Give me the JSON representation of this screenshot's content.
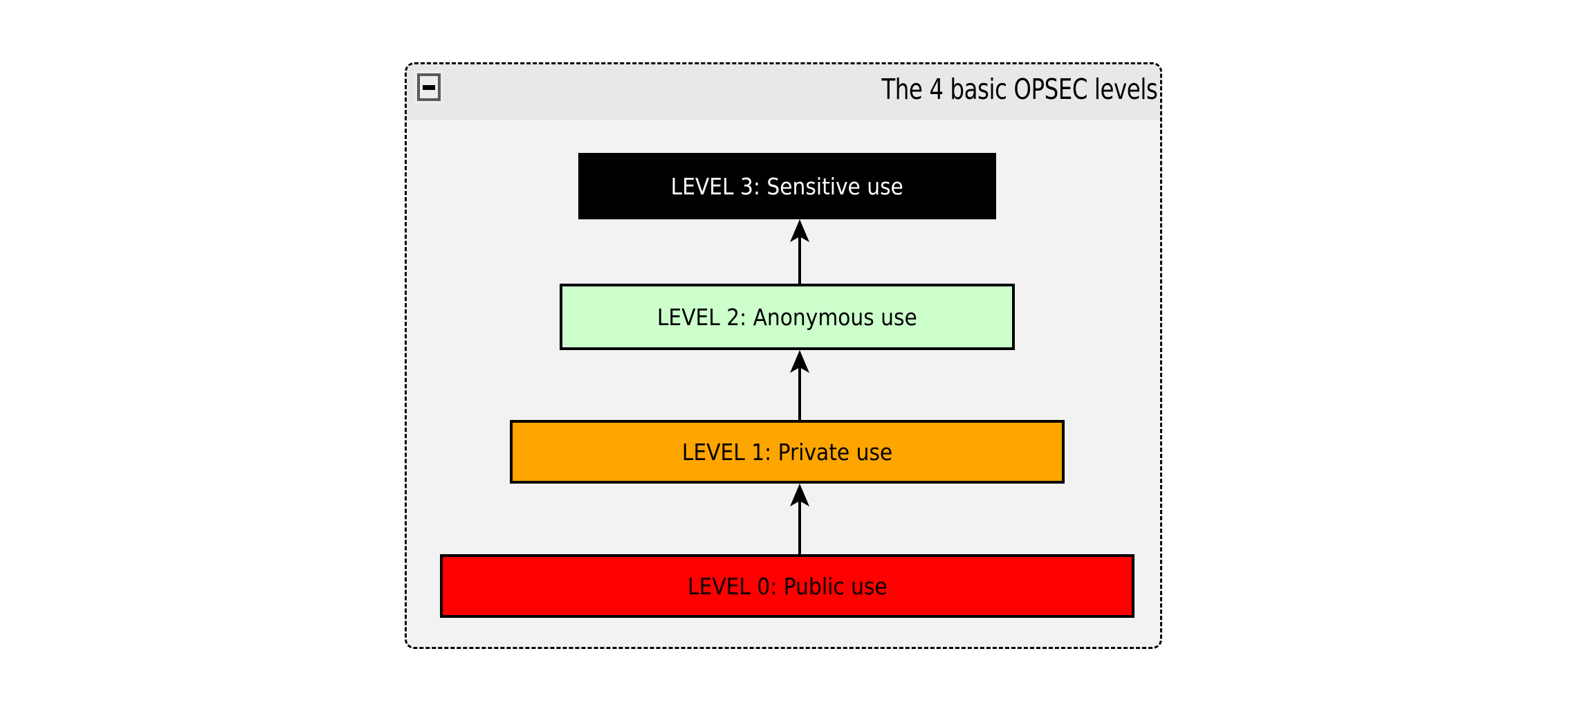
{
  "diagram": {
    "title": "The 4 basic OPSEC levels",
    "collapse_button": {
      "name": "collapse-toggle",
      "glyph": "minus-icon",
      "state": "expanded"
    },
    "background_color": "#f2f2f2",
    "header_color": "#e8e8e8",
    "border_style": "dashed",
    "border_color": "#000000"
  },
  "levels": [
    {
      "id": "level-3",
      "label": "LEVEL 3: Sensitive use",
      "fill": "#000000",
      "text_color": "#ffffff",
      "border_color": "#000000",
      "rank": 3
    },
    {
      "id": "level-2",
      "label": "LEVEL 2: Anonymous use",
      "fill": "#ccffcc",
      "text_color": "#000000",
      "border_color": "#000000",
      "rank": 2
    },
    {
      "id": "level-1",
      "label": "LEVEL 1: Private use",
      "fill": "#ffa500",
      "text_color": "#000000",
      "border_color": "#000000",
      "rank": 1
    },
    {
      "id": "level-0",
      "label": "LEVEL 0: Public use",
      "fill": "#ff0000",
      "text_color": "#000000",
      "border_color": "#000000",
      "rank": 0
    }
  ],
  "connectors": [
    {
      "id": "arrow-0-1",
      "from": "level-0",
      "to": "level-1",
      "style": "solid-arrow-up"
    },
    {
      "id": "arrow-1-2",
      "from": "level-1",
      "to": "level-2",
      "style": "solid-arrow-up"
    },
    {
      "id": "arrow-2-3",
      "from": "level-2",
      "to": "level-3",
      "style": "solid-arrow-up"
    }
  ]
}
